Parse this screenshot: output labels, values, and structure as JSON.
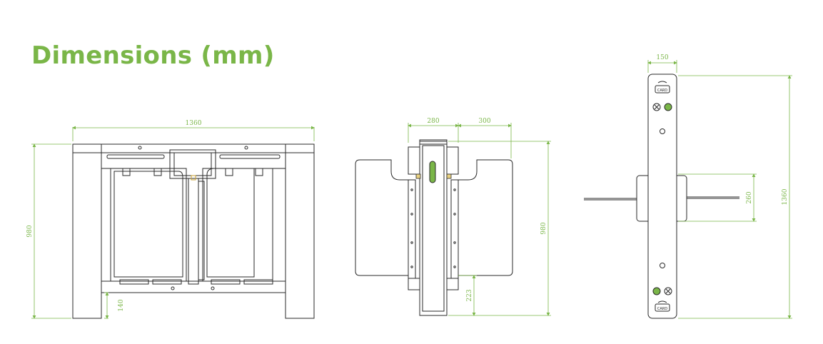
{
  "title": "Dimensions (mm)",
  "colors": {
    "accent": "#7ab648",
    "line": "#2a2a2a"
  },
  "front_view": {
    "width": "1360",
    "height": "980",
    "floor_gap": "140"
  },
  "side_view": {
    "left_width": "280",
    "right_width": "300",
    "height": "980",
    "bottom_gap": "223"
  },
  "top_view": {
    "depth": "150",
    "length": "1360",
    "arm_span": "260",
    "card_label": "CARD"
  }
}
